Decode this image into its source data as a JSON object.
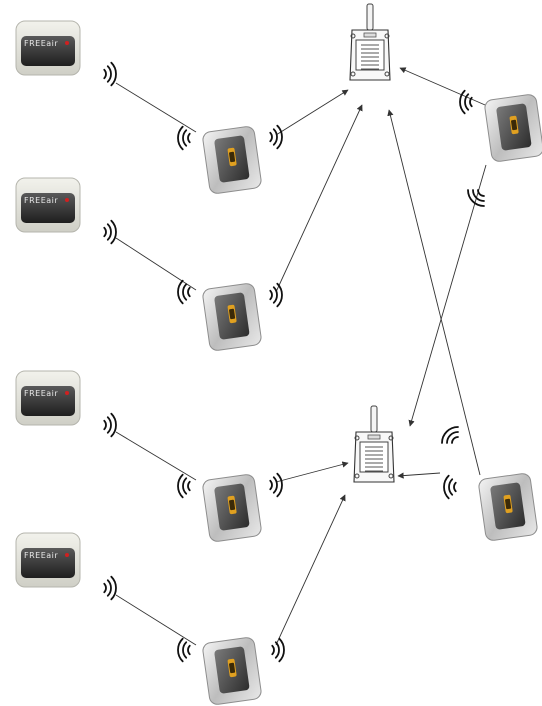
{
  "diagram": {
    "nodes": {
      "transmitters": [
        {
          "id": "tx1",
          "kind": "remote-transmitter",
          "brand": "FREEair"
        },
        {
          "id": "tx2",
          "kind": "remote-transmitter",
          "brand": "FREEair"
        },
        {
          "id": "tx3",
          "kind": "remote-transmitter",
          "brand": "FREEair"
        },
        {
          "id": "tx4",
          "kind": "remote-transmitter",
          "brand": "FREEair"
        }
      ],
      "repeaters": [
        {
          "id": "rp1",
          "kind": "wireless-repeater"
        },
        {
          "id": "rp2",
          "kind": "wireless-repeater"
        },
        {
          "id": "rp3",
          "kind": "wireless-repeater"
        },
        {
          "id": "rp4",
          "kind": "wireless-repeater"
        },
        {
          "id": "rp5",
          "kind": "wireless-repeater"
        },
        {
          "id": "rp6",
          "kind": "wireless-repeater"
        }
      ],
      "receivers": [
        {
          "id": "rx1",
          "kind": "antenna-receiver"
        },
        {
          "id": "rx2",
          "kind": "antenna-receiver"
        }
      ]
    },
    "links": [
      {
        "from": "tx1",
        "to": "rp1"
      },
      {
        "from": "tx2",
        "to": "rp2"
      },
      {
        "from": "tx3",
        "to": "rp3"
      },
      {
        "from": "tx4",
        "to": "rp4"
      },
      {
        "from": "rp1",
        "to": "rx1",
        "arrow": true
      },
      {
        "from": "rp2",
        "to": "rx1",
        "arrow": true
      },
      {
        "from": "rp5",
        "to": "rx1",
        "arrow": true
      },
      {
        "from": "rp6",
        "to": "rx1",
        "arrow": true
      },
      {
        "from": "rp3",
        "to": "rx2",
        "arrow": true
      },
      {
        "from": "rp4",
        "to": "rx2",
        "arrow": true
      },
      {
        "from": "rp6",
        "to": "rx2",
        "arrow": true
      },
      {
        "from": "rp5",
        "to": "rx2",
        "arrow": true
      }
    ],
    "colors": {
      "line": "#333333",
      "device_body": "#dcdcd4",
      "device_panel": "#3a3a3a",
      "led": "#d02020",
      "repeater_frame": "#b8b8b8",
      "repeater_screen": "#555555",
      "repeater_accent": "#e0a020"
    }
  }
}
